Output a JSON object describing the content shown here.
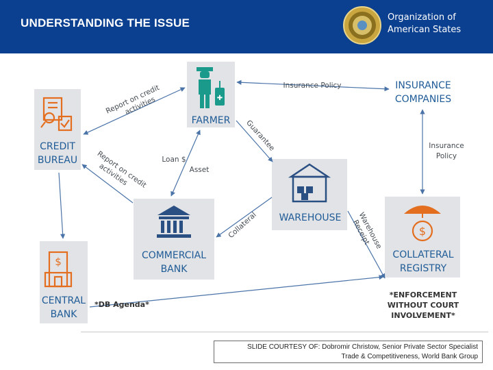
{
  "header": {
    "title": "UNDERSTANDING THE ISSUE",
    "logo_text_line1": "Organization of",
    "logo_text_line2": "American States",
    "bg_color": "#0b3f8f"
  },
  "nodes": {
    "farmer": "FARMER",
    "credit_bureau_line1": "CREDIT",
    "credit_bureau_line2": "BUREAU",
    "insurance_line1": "INSURANCE",
    "insurance_line2": "COMPANIES",
    "warehouse": "WAREHOUSE",
    "commercial_bank_line1": "COMMERCIAL",
    "commercial_bank_line2": "BANK",
    "collateral_registry_line1": "COLLATERAL",
    "collateral_registry_line2": "REGISTRY",
    "central_bank_line1": "CENTRAL",
    "central_bank_line2": "BANK"
  },
  "edges": {
    "insurance_policy_top": "Insurance Policy",
    "report_top_line1": "Report on credit",
    "report_top_line2": "activities",
    "report_mid_line1": "Report on credit",
    "report_mid_line2": "activities",
    "loan": "Loan $",
    "asset": "Asset",
    "guarantee": "Guarantee",
    "collateral": "Collateral",
    "warehouse_receipt_line1": "Warehouse",
    "warehouse_receipt_line2": "Receipt",
    "insurance_policy_right_line1": "Insurance",
    "insurance_policy_right_line2": "Policy",
    "db_agenda": "*DB Agenda*",
    "enforcement_line1": "*ENFORCEMENT",
    "enforcement_line2": "WITHOUT COURT",
    "enforcement_line3": "INVOLVEMENT*"
  },
  "footer": {
    "credit_line1": "SLIDE COURTESY OF: Dobromir Christow, Senior Private Sector Specialist",
    "credit_line2": "Trade & Competitiveness, World Bank Group"
  },
  "colors": {
    "node_text": "#1f5b97",
    "icon_teal": "#1a9a8b",
    "icon_orange": "#e46e1f",
    "icon_navy": "#2a4f82",
    "box_gray": "#e1e3e6"
  }
}
